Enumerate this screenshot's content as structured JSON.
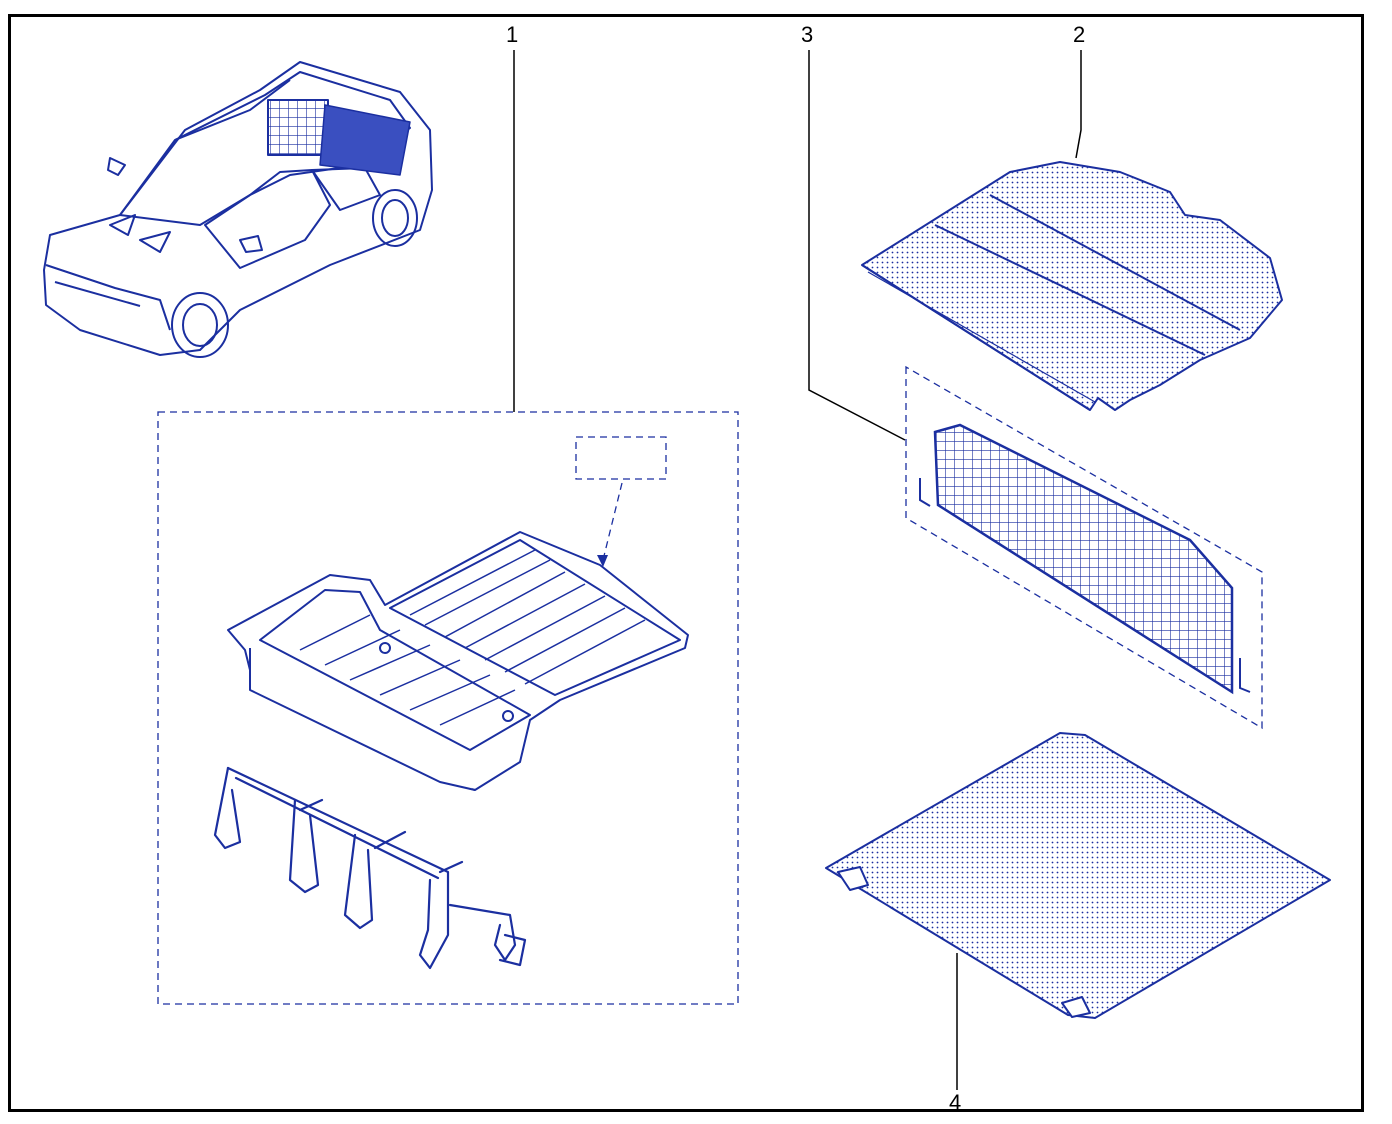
{
  "colors": {
    "line": "#1b2fa0",
    "fill": "#dde3f5",
    "frame": "#000000"
  },
  "callouts": [
    {
      "id": "1",
      "label": "1",
      "part": "floor-tray-kit"
    },
    {
      "id": "2",
      "label": "2",
      "part": "parcel-shelf"
    },
    {
      "id": "3",
      "label": "3",
      "part": "mesh-partition"
    },
    {
      "id": "4",
      "label": "4",
      "part": "boot-mat"
    }
  ],
  "icons": [
    "car-icon",
    "floor-tray-icon",
    "bracket-frame-icon",
    "parcel-shelf-icon",
    "mesh-partition-icon",
    "boot-mat-icon"
  ]
}
